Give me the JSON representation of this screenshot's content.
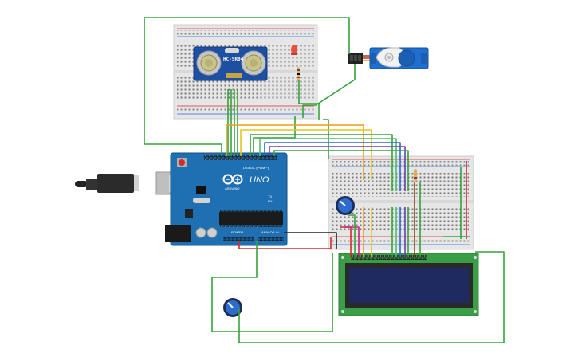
{
  "sensor": {
    "label": "HC-SR04"
  },
  "arduino": {
    "model_label": "UNO",
    "brand_label": "ARDUINO",
    "digital_label": "DIGITAL (PWM ~)",
    "power_label": "POWER",
    "analog_label": "ANALOG IN",
    "tx_label": "TX",
    "rx_label": "RX"
  },
  "colors": {
    "board_blue": "#1f6fb3",
    "breadboard": "#e6e6e6",
    "wire_green": "#35a33b",
    "wire_orange": "#f39c12",
    "wire_yellow": "#e8c51c",
    "wire_blue": "#2d66d8",
    "wire_purple": "#6b3fb2",
    "wire_red": "#d62a2a",
    "wire_magenta": "#c7247f",
    "lcd_green": "#3a9e47",
    "lcd_screen": "#1f2b60",
    "servo_blue": "#1e6fd0"
  }
}
